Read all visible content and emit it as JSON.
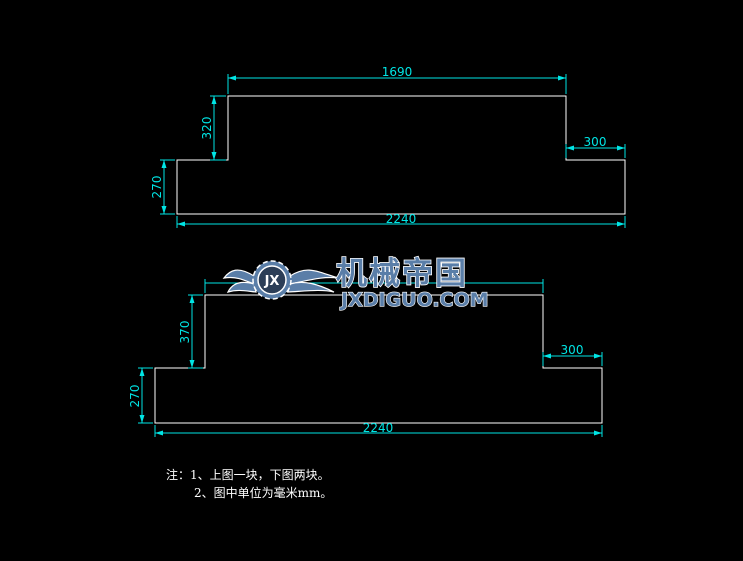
{
  "dimensions": {
    "upper": {
      "top_width": "1690",
      "step_height": "320",
      "base_height": "270",
      "step_offset": "300",
      "base_width": "2240"
    },
    "lower": {
      "step_height": "370",
      "base_height": "270",
      "step_offset": "300",
      "base_width": "2240"
    }
  },
  "watermark": {
    "name_cn": "机械帝国",
    "domain": "JXDIGUO.COM",
    "monogram": "JX"
  },
  "notes": {
    "prefix": "注：",
    "line1": "1、上图一块，下图两块。",
    "line2": "2、图中单位为毫米mm。"
  },
  "colors": {
    "background": "#000000",
    "outline": "#ffffff",
    "dimension": "#00e5e5",
    "watermark": "#5a7ea8"
  }
}
